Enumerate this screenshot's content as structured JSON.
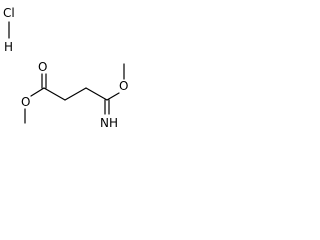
{
  "structure": {
    "salt": {
      "chlorine": "Cl",
      "hydrogen": "H"
    },
    "atoms": {
      "ester_carbonyl_oxygen": "O",
      "ester_ether_oxygen": "O",
      "imidate_oxygen": "O",
      "imine_nitrogen": "NH"
    }
  },
  "colors": {
    "line": "#000000",
    "background": "#ffffff"
  }
}
